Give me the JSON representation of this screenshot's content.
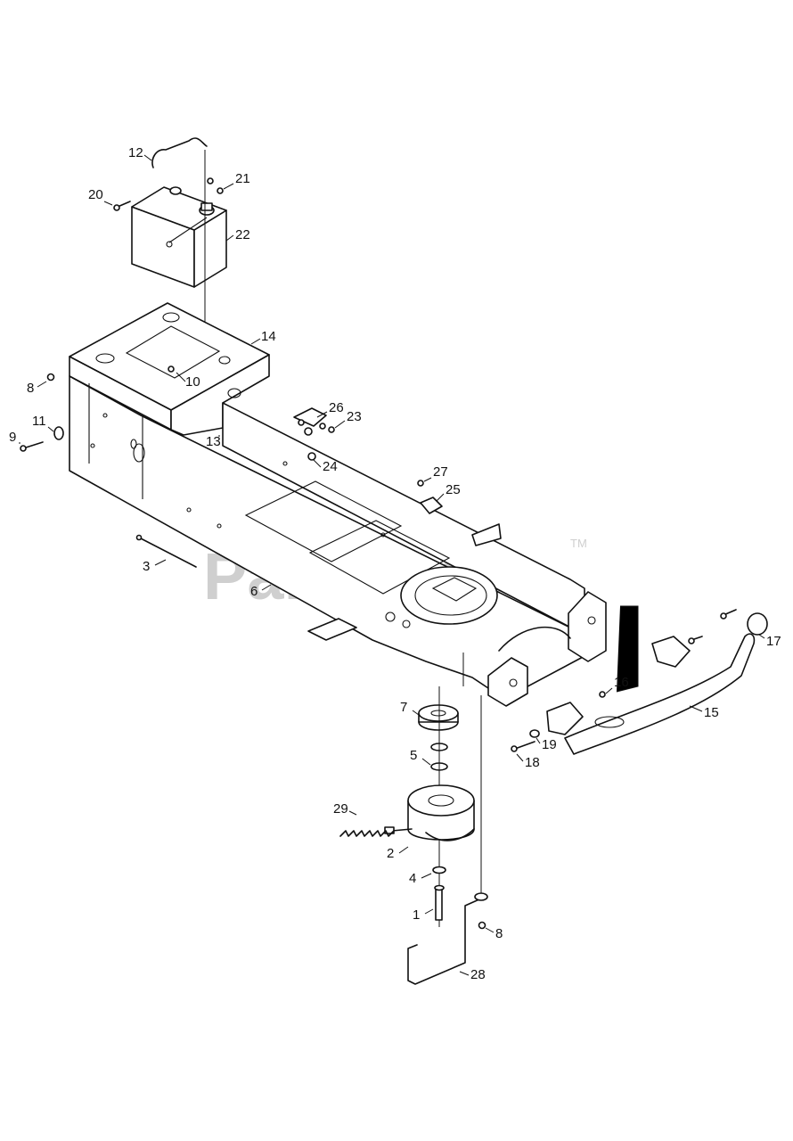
{
  "watermark": {
    "text": "PartsTree",
    "trademark": "TM"
  },
  "callouts": [
    {
      "id": "1",
      "label": "1"
    },
    {
      "id": "2",
      "label": "2"
    },
    {
      "id": "3",
      "label": "3"
    },
    {
      "id": "4",
      "label": "4"
    },
    {
      "id": "5",
      "label": "5"
    },
    {
      "id": "6",
      "label": "6"
    },
    {
      "id": "7",
      "label": "7"
    },
    {
      "id": "8a",
      "label": "8"
    },
    {
      "id": "8b",
      "label": "8"
    },
    {
      "id": "9",
      "label": "9"
    },
    {
      "id": "10",
      "label": "10"
    },
    {
      "id": "11",
      "label": "11"
    },
    {
      "id": "12",
      "label": "12"
    },
    {
      "id": "13",
      "label": "13"
    },
    {
      "id": "14",
      "label": "14"
    },
    {
      "id": "15",
      "label": "15"
    },
    {
      "id": "16",
      "label": "16"
    },
    {
      "id": "17",
      "label": "17"
    },
    {
      "id": "18",
      "label": "18"
    },
    {
      "id": "19",
      "label": "19"
    },
    {
      "id": "20",
      "label": "20"
    },
    {
      "id": "21",
      "label": "21"
    },
    {
      "id": "22",
      "label": "22"
    },
    {
      "id": "23",
      "label": "23"
    },
    {
      "id": "24",
      "label": "24"
    },
    {
      "id": "25",
      "label": "25"
    },
    {
      "id": "26",
      "label": "26"
    },
    {
      "id": "27",
      "label": "27"
    },
    {
      "id": "28",
      "label": "28"
    },
    {
      "id": "29",
      "label": "29"
    }
  ]
}
